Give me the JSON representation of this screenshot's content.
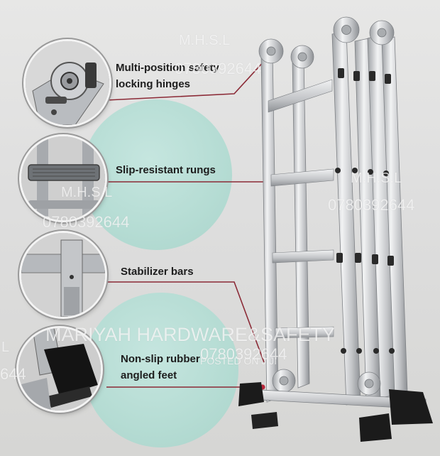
{
  "features": [
    {
      "id": "hinges",
      "icon": "hinge-icon",
      "lines": [
        "Multi-position safety",
        "locking hinges"
      ]
    },
    {
      "id": "rungs",
      "icon": "rung-icon",
      "lines": [
        "Slip-resistant rungs"
      ]
    },
    {
      "id": "stabilizer",
      "icon": "stabilizer-icon",
      "lines": [
        "Stabilizer bars"
      ]
    },
    {
      "id": "feet",
      "icon": "rubber-foot-icon",
      "lines": [
        "Non-slip rubber",
        "angled feet"
      ]
    }
  ],
  "watermarks": {
    "brand_short": "M.H.S.L",
    "phone": "0780392644",
    "brand_full": "MARIYAH HARDWARE&SAFETY",
    "posted": "POSTED ON JIJI",
    "edge_short": "L",
    "edge_phone": "644"
  },
  "colors": {
    "mint": "#b3dcd3",
    "leader_line": "#8b2a36",
    "ladder_aluminium": "#c9cbce",
    "rubber": "#1b1b1b"
  }
}
